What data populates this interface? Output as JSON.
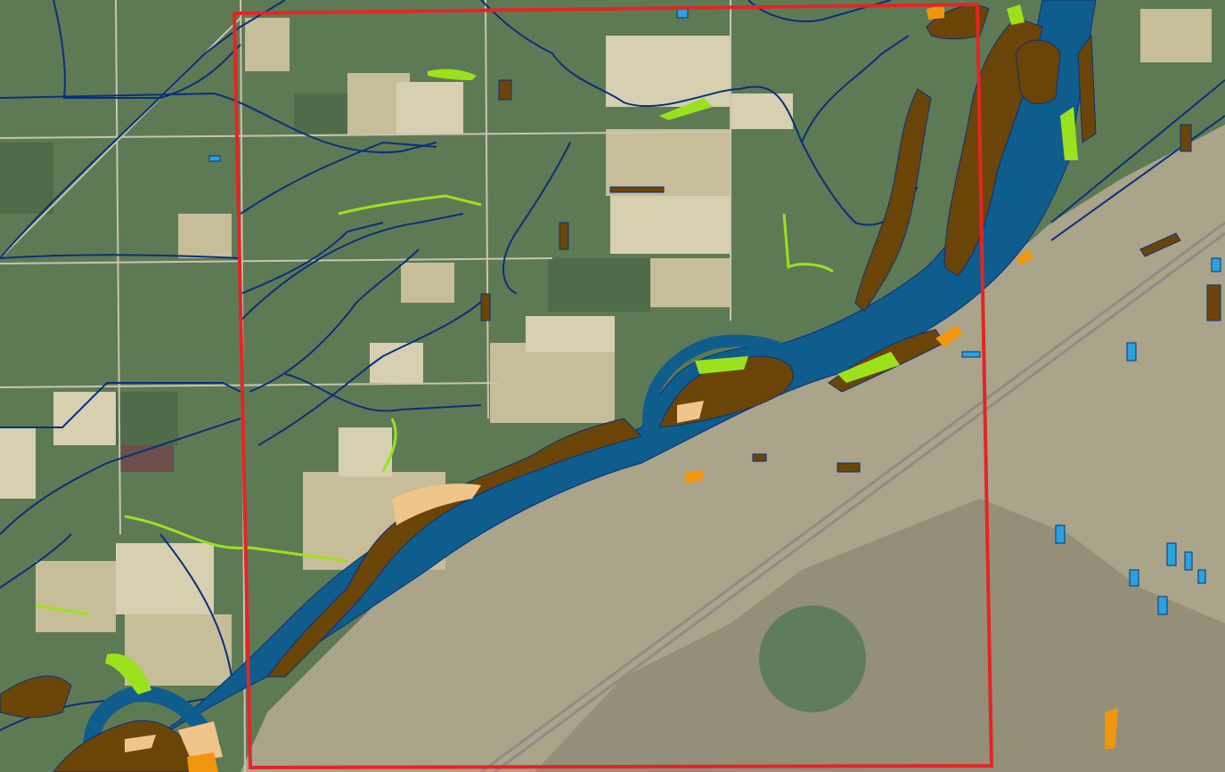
{
  "map": {
    "colors": {
      "field_green": "#5e7a55",
      "field_dark": "#4f6b4a",
      "field_tan": "#c7bd98",
      "field_light": "#d6cfb0",
      "desert": "#a9a48a",
      "desert_dark": "#948f78",
      "river": "#0f5d8c",
      "stream": "#0b2f7a",
      "wetland_brown": "#6b4507",
      "wetland_tan": "#f0c48a",
      "wetland_lime": "#9be21c",
      "wetland_orange": "#f0960e",
      "pond_blue": "#29a3e0",
      "road": "#c9c4b3",
      "highway": "#8e8c86",
      "outline": "#e32525"
    },
    "layers": [
      "aerial-imagery",
      "river",
      "streams",
      "wetland-polygons",
      "ponds",
      "study-area-outline"
    ]
  }
}
